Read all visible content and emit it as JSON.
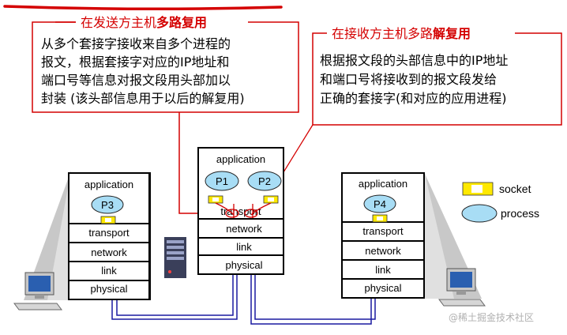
{
  "left_callout": {
    "title_normal": "在发送方主机",
    "title_bold": "多路复用",
    "lines": [
      "从多个套接字接收来自多个进程的",
      "报文，根据套接字对应的IP地址和",
      "端口号等信息对报文段用头部加以",
      "封装 (该头部信息用于以后的解复用)"
    ]
  },
  "right_callout": {
    "title_normal": "在接收方主机多路",
    "title_bold": "解复用",
    "lines": [
      "根据报文段的头部信息中的IP地址",
      "和端口号将接收到的报文段发给",
      "正确的套接字(和对应的应用进程)"
    ]
  },
  "hosts": {
    "left": {
      "layers": [
        "application",
        "transport",
        "network",
        "link",
        "physical"
      ],
      "process": "P3"
    },
    "middle": {
      "layers": [
        "application",
        "transport",
        "network",
        "link",
        "physical"
      ],
      "processes": [
        "P1",
        "P2"
      ]
    },
    "right": {
      "layers": [
        "application",
        "transport",
        "network",
        "link",
        "physical"
      ],
      "process": "P4"
    }
  },
  "legend": {
    "socket": "socket",
    "process": "process"
  },
  "colors": {
    "accent_red": "#d40000",
    "link_blue": "#1a1aa0",
    "socket_yellow": "#ffe900",
    "process_fill": "#a8ddf5"
  },
  "watermark": "@稀土掘金技术社区"
}
